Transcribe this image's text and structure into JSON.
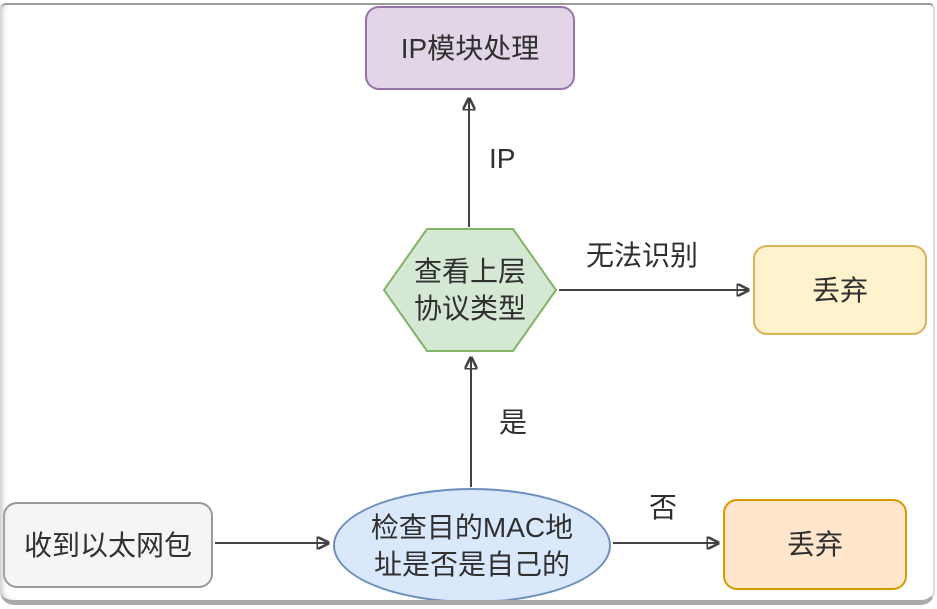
{
  "diagram": {
    "type": "flowchart",
    "topic": "Ethernet packet receive processing",
    "nodes": {
      "ip_module": {
        "label": "IP模块处理",
        "shape": "rounded-rect",
        "fill": "#E1D5E7",
        "stroke": "#9673A6"
      },
      "protocol_check": {
        "label": "查看上层\n协议类型",
        "shape": "hexagon",
        "fill": "#D5E8D4",
        "stroke": "#82B366"
      },
      "discard_top": {
        "label": "丢弃",
        "shape": "rounded-rect",
        "fill": "#FFF2CC",
        "stroke": "#D6B656"
      },
      "receive": {
        "label": "收到以太网包",
        "shape": "rounded-rect",
        "fill": "#F5F5F5",
        "stroke": "#999999"
      },
      "mac_check": {
        "label": "检查目的MAC地\n址是否是自己的",
        "shape": "ellipse",
        "fill": "#DAE8FC",
        "stroke": "#6C8EBF"
      },
      "discard_bottom": {
        "label": "丢弃",
        "shape": "rounded-rect",
        "fill": "#FFE6CC",
        "stroke": "#D79B00"
      }
    },
    "edges": [
      {
        "from": "receive",
        "to": "mac_check",
        "label": ""
      },
      {
        "from": "mac_check",
        "to": "protocol_check",
        "label": "是"
      },
      {
        "from": "mac_check",
        "to": "discard_bottom",
        "label": "否"
      },
      {
        "from": "protocol_check",
        "to": "ip_module",
        "label": "IP"
      },
      {
        "from": "protocol_check",
        "to": "discard_top",
        "label": "无法识别"
      }
    ],
    "edge_labels": {
      "ip": "IP",
      "yes": "是",
      "no": "否",
      "unrecognized": "无法识别"
    },
    "colors": {
      "edge_stroke": "#424242",
      "text": "#303030",
      "canvas": "#ffffff",
      "frame": "#a9a9a9"
    }
  }
}
